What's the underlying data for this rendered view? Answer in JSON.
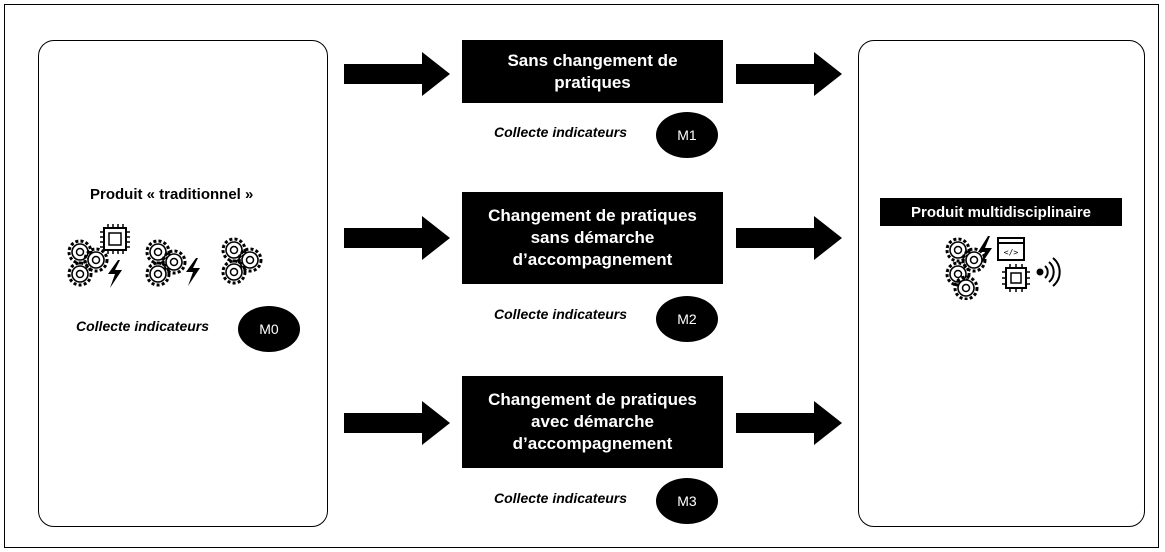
{
  "left": {
    "title": "Produit « traditionnel »",
    "collect_label": "Collecte indicateurs",
    "badge": "M0",
    "icons": [
      "gears-chip-lightning-icon",
      "gears-lightning-icon",
      "gears-icon"
    ]
  },
  "stages": [
    {
      "label": "Sans changement de\npratiques",
      "collect_label": "Collecte indicateurs",
      "badge": "M1"
    },
    {
      "label": "Changement de pratiques\nsans démarche\nd’accompagnement",
      "collect_label": "Collecte indicateurs",
      "badge": "M2"
    },
    {
      "label": "Changement de pratiques\navec démarche\nd’accompagnement",
      "collect_label": "Collecte indicateurs",
      "badge": "M3"
    }
  ],
  "right": {
    "title": "Produit multidisciplinaire",
    "icons": [
      "gears-lightning-code-chip-wireless-icon"
    ]
  }
}
